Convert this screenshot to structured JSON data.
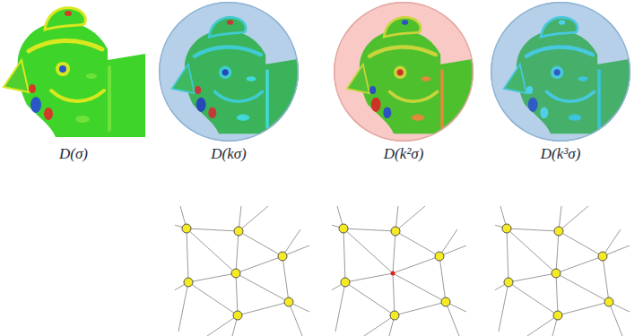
{
  "diagram": {
    "nodes": [
      {
        "text": [
          "D(kσ)"
        ]
      },
      {
        "text": [
          "D(k²σ)"
        ]
      },
      {
        "text": [
          "D(k³σ)"
        ]
      }
    ],
    "labels": [
      "D(σ)"
    ]
  }
}
